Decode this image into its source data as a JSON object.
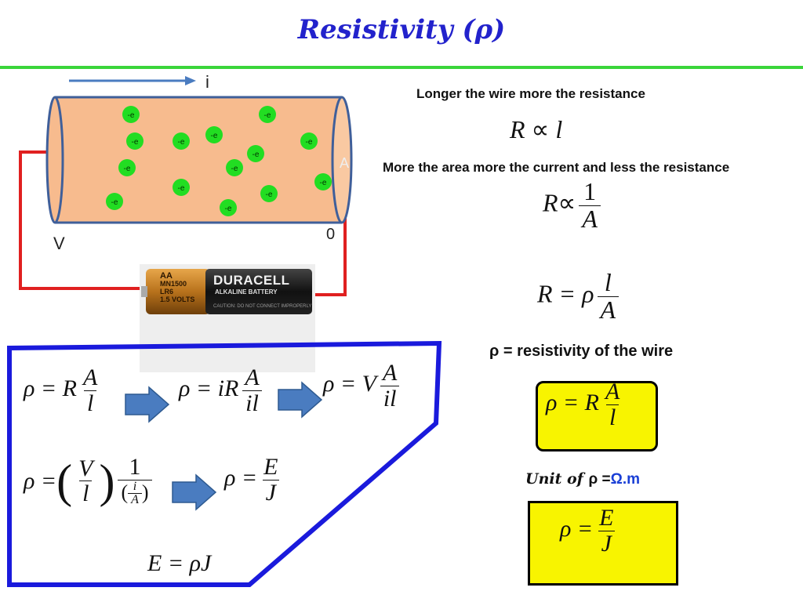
{
  "slide": {
    "title": "Resistivity (ρ)",
    "accent_colors": {
      "title": "#2222cc",
      "rule": "#3ad53a",
      "wire": "#e02020",
      "arrow": "#4a7cc0",
      "box_border": "#1a1adc",
      "highlight": "#f8f400"
    }
  },
  "circuit": {
    "current_label": "i",
    "area_label": "A",
    "voltage_label": "V",
    "zero_label": "0",
    "electron_label": "-e",
    "battery": {
      "brand": "DURACELL",
      "size": "AA",
      "model": "MN1500",
      "code": "LR6",
      "voltage": "1.5 VOLTS",
      "subtitle": "ALKALINE BATTERY",
      "caution": "CAUTION: DO NOT CONNECT IMPROPERLY"
    }
  },
  "notes": {
    "longer_wire": "Longer the wire more the resistance",
    "more_area": "More the area more the current and less the resistance",
    "rho_definition": "ρ = resistivity of the wire",
    "unit_prefix": "Unit of ",
    "unit_symbol": "ρ =",
    "unit_value": "Ω.m"
  },
  "formulas": {
    "R_prop_l": {
      "lhs": "R",
      "op": "∝",
      "rhs": "l"
    },
    "R_prop_1_over_A": {
      "lhs": "R",
      "op": "∝",
      "num": "1",
      "den": "A"
    },
    "R_eq": {
      "lhs": "R",
      "op": "= ρ",
      "num": "l",
      "den": "A"
    },
    "rho_RA_over_l": {
      "lhs": "ρ",
      "op": "= R",
      "num": "A",
      "den": "l"
    },
    "rho_iR": {
      "lhs": "ρ",
      "op": "= iR",
      "num": "A",
      "den": "il"
    },
    "rho_V": {
      "lhs": "ρ",
      "op": "= V",
      "num": "A",
      "den": "il"
    },
    "rho_paren": {
      "lhs": "ρ",
      "op": "=",
      "num1": "V",
      "den1": "l",
      "num2": "1",
      "inner_num": "i",
      "inner_den": "A"
    },
    "rho_EJ": {
      "lhs": "ρ",
      "op": "=",
      "num": "E",
      "den": "J"
    },
    "E_eq": "E = ρJ",
    "box1": {
      "lhs": "ρ",
      "op": "= R",
      "num": "A",
      "den": "l"
    },
    "box2": {
      "lhs": "ρ",
      "op": "=",
      "num": "E",
      "den": "J"
    }
  }
}
